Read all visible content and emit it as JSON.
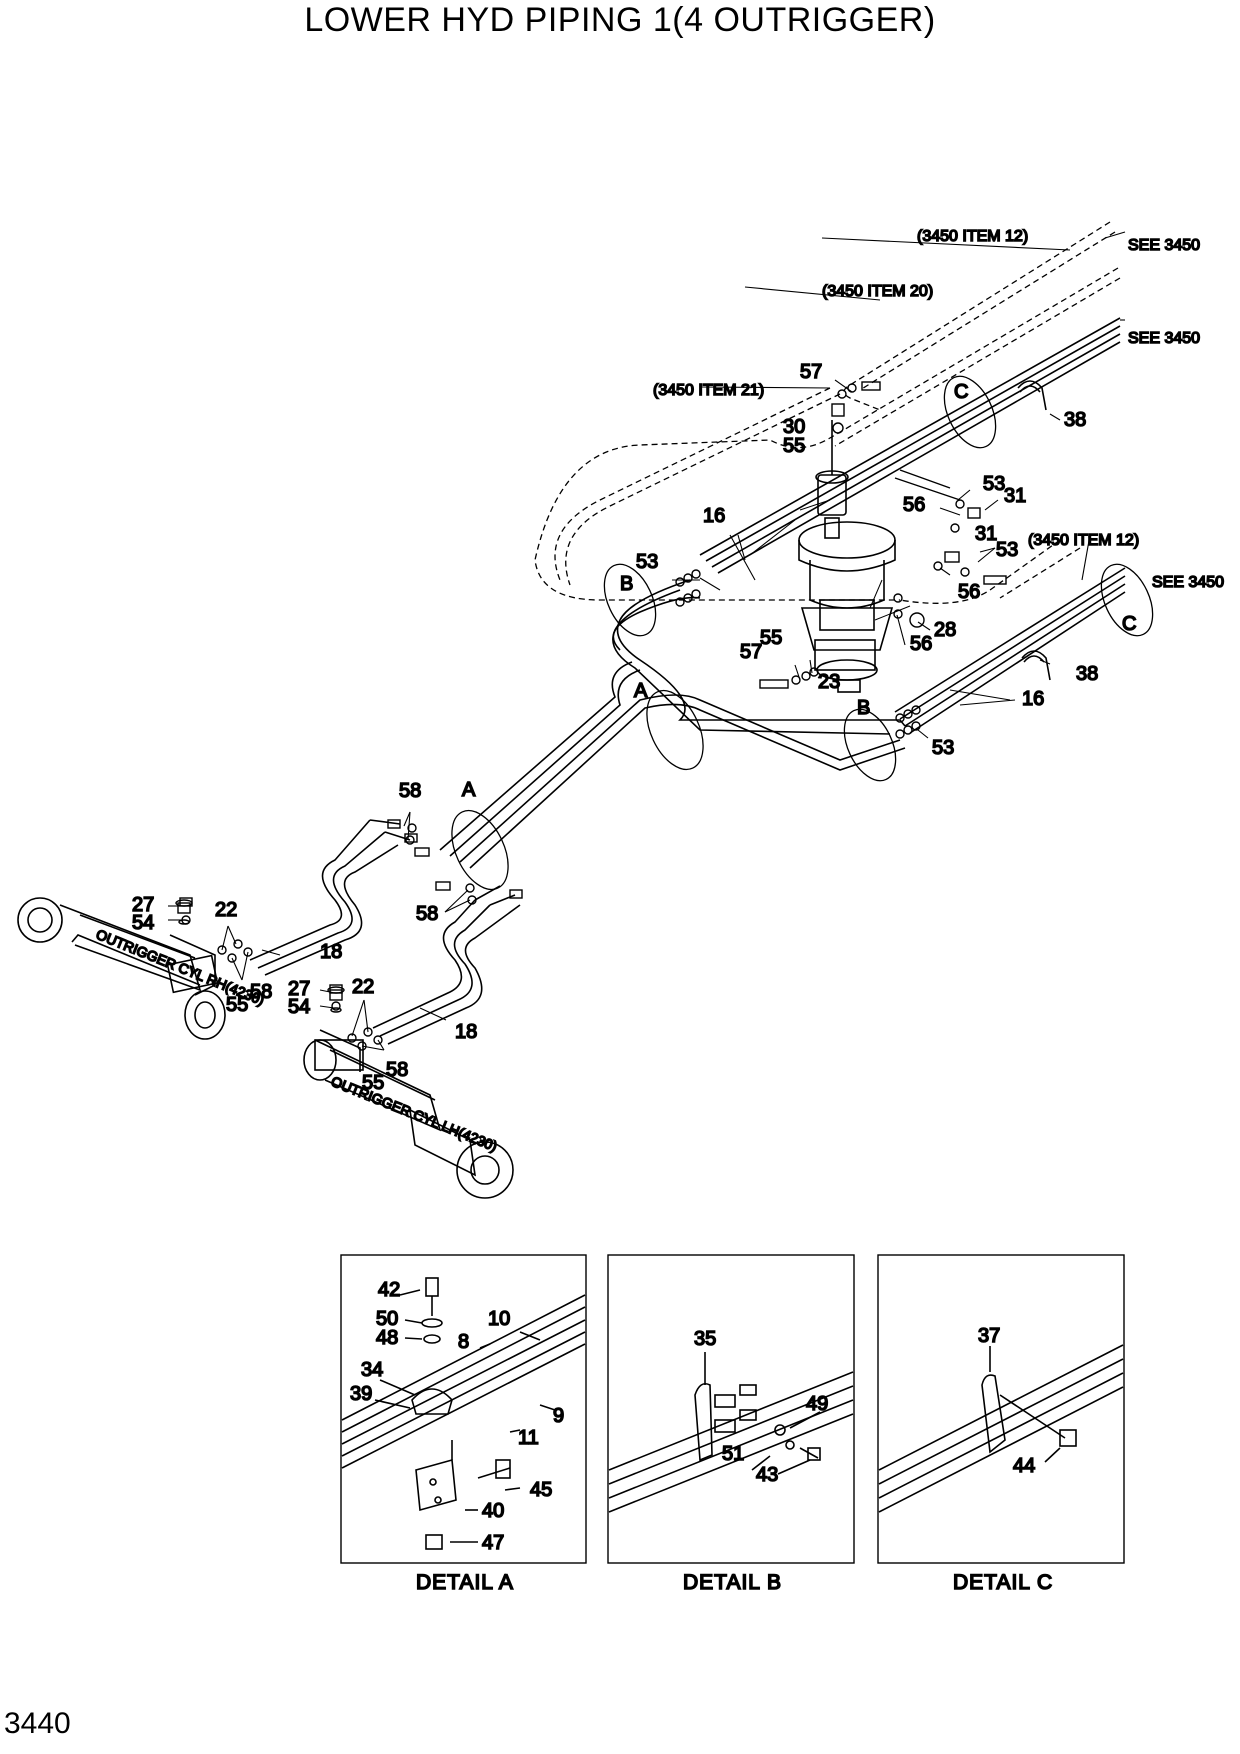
{
  "title": "LOWER HYD PIPING 1(4 OUTRIGGER)",
  "page_number": "3440",
  "references": {
    "item12_top": "(3450 ITEM 12)",
    "item20": "(3450 ITEM 20)",
    "item21": "(3450 ITEM 21)",
    "item12_right": "(3450 ITEM 12)",
    "see_1": "SEE 3450",
    "see_2": "SEE 3450",
    "see_3": "SEE 3450"
  },
  "detail_markers": {
    "c_top": "C",
    "c_right": "C",
    "b_left": "B",
    "b_right": "B",
    "a_mid": "A",
    "a_left": "A"
  },
  "cylinders": {
    "rh": "OUTRIGGER CYL RH(4230)",
    "lh": "OUTRIGGER CYL LH(4230)"
  },
  "callouts": {
    "c57a": "57",
    "c30": "30",
    "c55a": "55",
    "c38a": "38",
    "c53a": "53",
    "c31a": "31",
    "c56a": "56",
    "c31b": "31",
    "c53b": "53",
    "c56b": "56",
    "c16a": "16",
    "c53c": "53",
    "c28": "28",
    "c56c": "56",
    "c57b": "57",
    "c55b": "55",
    "c23": "23",
    "c38b": "38",
    "c16b": "16",
    "c53d": "53",
    "c58a": "58",
    "c58b": "58",
    "c27a": "27",
    "c54a": "54",
    "c22a": "22",
    "c18a": "18",
    "c55c": "55",
    "c58c": "58",
    "c27b": "27",
    "c54b": "54",
    "c22b": "22",
    "c18b": "18",
    "c55d": "55",
    "c58d": "58"
  },
  "detail_a": {
    "caption": "DETAIL  A",
    "labels": {
      "l42": "42",
      "l50": "50",
      "l48": "48",
      "l10": "10",
      "l8": "8",
      "l34": "34",
      "l39": "39",
      "l9": "9",
      "l11": "11",
      "l45": "45",
      "l40": "40",
      "l47": "47"
    }
  },
  "detail_b": {
    "caption": "DETAIL  B",
    "labels": {
      "l35": "35",
      "l49": "49",
      "l51": "51",
      "l43": "43"
    }
  },
  "detail_c": {
    "caption": "DETAIL  C",
    "labels": {
      "l37": "37",
      "l44": "44"
    }
  }
}
